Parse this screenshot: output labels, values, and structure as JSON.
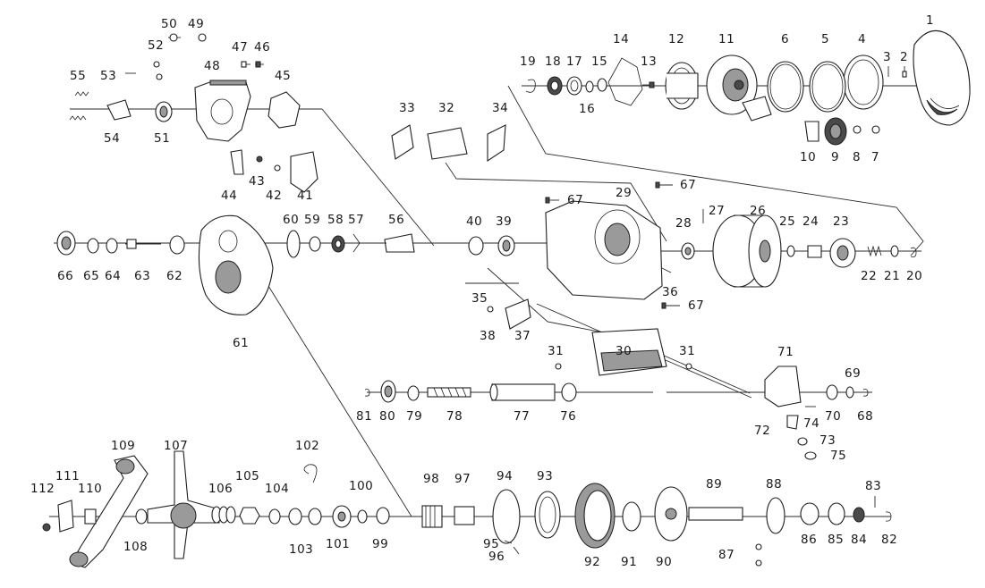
{
  "labels": {
    "p1": "1",
    "p2": "2",
    "p3": "3",
    "p4": "4",
    "p5": "5",
    "p6": "6",
    "p7": "7",
    "p8": "8",
    "p9": "9",
    "p10": "10",
    "p11": "11",
    "p12": "12",
    "p13": "13",
    "p14": "14",
    "p15": "15",
    "p16": "16",
    "p17": "17",
    "p18": "18",
    "p19": "19",
    "p20": "20",
    "p21": "21",
    "p22": "22",
    "p23": "23",
    "p24": "24",
    "p25": "25",
    "p26": "26",
    "p27": "27",
    "p28": "28",
    "p29": "29",
    "p30": "30",
    "p31a": "31",
    "p31b": "31",
    "p32": "32",
    "p33": "33",
    "p34": "34",
    "p35": "35",
    "p36": "36",
    "p37": "37",
    "p38": "38",
    "p39": "39",
    "p40": "40",
    "p41": "41",
    "p42": "42",
    "p43": "43",
    "p44": "44",
    "p45": "45",
    "p46": "46",
    "p47": "47",
    "p48": "48",
    "p49": "49",
    "p50": "50",
    "p51": "51",
    "p52": "52",
    "p53": "53",
    "p54": "54",
    "p55": "55",
    "p56": "56",
    "p57": "57",
    "p58": "58",
    "p59": "59",
    "p60": "60",
    "p61": "61",
    "p62": "62",
    "p63": "63",
    "p64": "64",
    "p65": "65",
    "p66": "66",
    "p67a": "67",
    "p67b": "67",
    "p67c": "67",
    "p68": "68",
    "p69": "69",
    "p70": "70",
    "p71": "71",
    "p72": "72",
    "p73": "73",
    "p74": "74",
    "p75": "75",
    "p76": "76",
    "p77": "77",
    "p78": "78",
    "p79": "79",
    "p80": "80",
    "p81": "81",
    "p82": "82",
    "p83": "83",
    "p84": "84",
    "p85": "85",
    "p86": "86",
    "p87": "87",
    "p88": "88",
    "p89": "89",
    "p90": "90",
    "p91": "91",
    "p92": "92",
    "p93": "93",
    "p94": "94",
    "p95": "95",
    "p96": "96",
    "p97": "97",
    "p98": "98",
    "p99": "99",
    "p100": "100",
    "p101": "101",
    "p102": "102",
    "p103": "103",
    "p104": "104",
    "p105": "105",
    "p106": "106",
    "p107": "107",
    "p108": "108",
    "p109": "109",
    "p110": "110",
    "p111": "111",
    "p112": "112"
  }
}
